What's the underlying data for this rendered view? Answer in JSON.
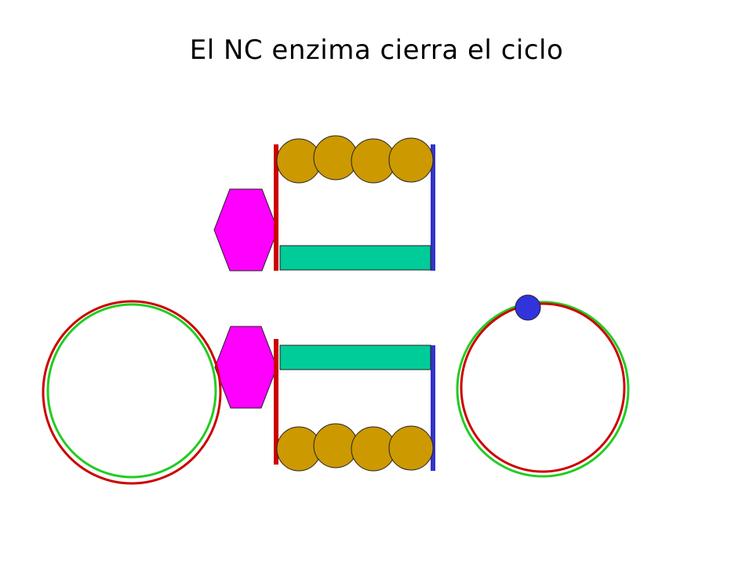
{
  "slide": {
    "title": "El NC enzima cierra el ciclo"
  },
  "colors": {
    "red_strand": "#cc0000",
    "blue_strand": "#3333cc",
    "green_strand": "#22cc22",
    "bead": "#cc9900",
    "bead_stroke": "#222222",
    "teal_bar": "#00cc99",
    "hexagon": "#ff00ff",
    "blue_dot": "#3333dd"
  },
  "icons": {
    "hexagon": "hexagon-shape",
    "bead": "circle-shape",
    "dot": "circle-dot-shape"
  }
}
